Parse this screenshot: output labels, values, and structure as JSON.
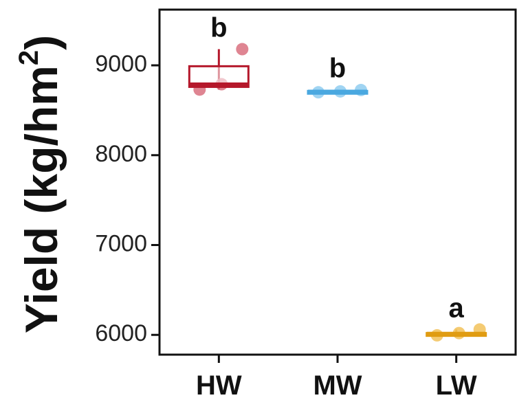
{
  "chart_data": {
    "type": "box",
    "title": "",
    "xlabel": "",
    "ylabel": {
      "main": "Yield (kg/hm",
      "sup": "2",
      "close": ")"
    },
    "categories": [
      "HW",
      "MW",
      "LW"
    ],
    "yticks": [
      6000,
      7000,
      8000,
      9000
    ],
    "ylim": [
      5780,
      9620
    ],
    "grid": false,
    "legend": "none",
    "groups": [
      {
        "category": "HW",
        "color": "#b5182b",
        "point_color": "#d9707f",
        "box": {
          "min": 8730,
          "q1": 8760,
          "median": 8790,
          "q3": 8990,
          "max": 9180
        },
        "points": [
          8730,
          8790,
          9180
        ],
        "significance": "b"
      },
      {
        "category": "MW",
        "color": "#4aa8e0",
        "point_color": "#8fcdf0",
        "box": {
          "min": 8700,
          "q1": 8705,
          "median": 8710,
          "q3": 8715,
          "max": 8730
        },
        "points": [
          8700,
          8710,
          8725
        ],
        "significance": "b"
      },
      {
        "category": "LW",
        "color": "#e09c12",
        "point_color": "#f2c25a",
        "box": {
          "min": 5990,
          "q1": 6010,
          "median": 6015,
          "q3": 6020,
          "max": 6060
        },
        "points": [
          5995,
          6020,
          6060
        ],
        "significance": "a"
      }
    ]
  }
}
